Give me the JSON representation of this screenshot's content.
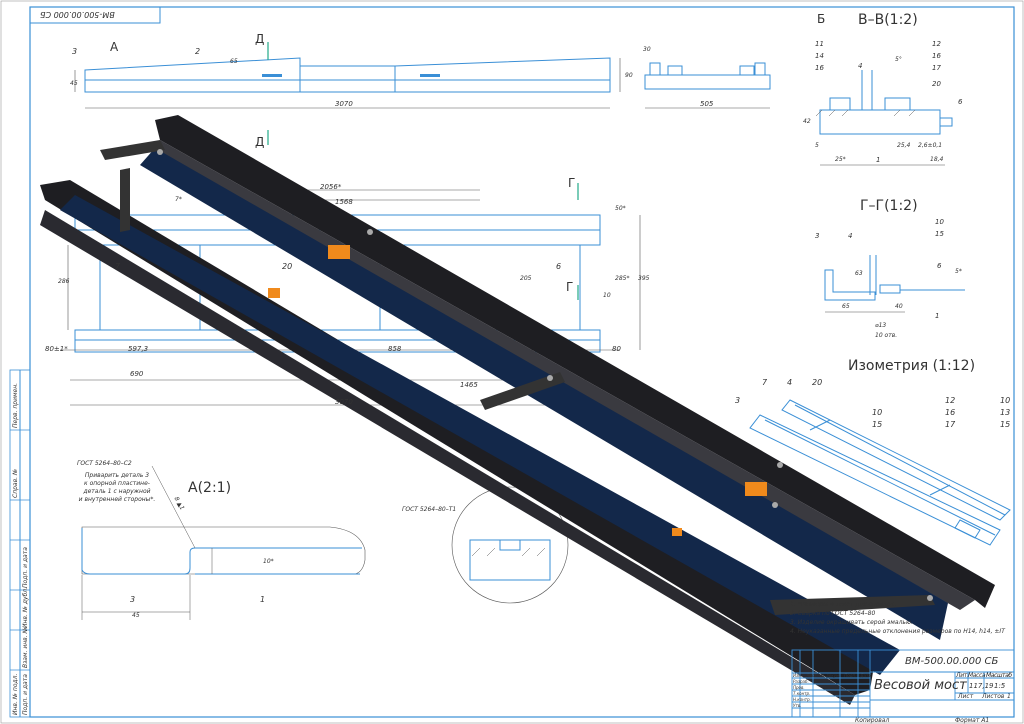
{
  "drawing": {
    "code": "ВМ-500.00.000 СБ",
    "code_rotated": "ВМ-500.00.000 СБ",
    "title": "Весовой мост",
    "mass": "117,19",
    "scale": "1:5",
    "sheet_label": "Лист",
    "sheets_label": "Листов",
    "sheets_count": "1",
    "lit_label": "Лит.",
    "mass_label": "Масса",
    "scale_label": "Масштаб",
    "copied": "Копировал",
    "format": "Формат   А1",
    "stamp_rows": [
      "Изм.",
      "Лист",
      "№ докум.",
      "Подп.",
      "Дата"
    ],
    "stamp_roles": [
      "Разраб.",
      "Пров.",
      "Т.контр.",
      "",
      "Н.контр.",
      "Утв."
    ],
    "side_labels": [
      "Перв. примен.",
      "Справ. №",
      "Подп. и дата",
      "Инв. № дубл.",
      "Взам. инв. №",
      "Подп. и дата",
      "Инв. № подл."
    ]
  },
  "views": {
    "section_vv": "В–В(1:2)",
    "section_gg": "Г–Г(1:2)",
    "isometry": "Изометрия (1:12)",
    "detail_a": "А(2:1)",
    "label_b": "Б",
    "label_a": "А",
    "label_d": "Д",
    "label_g": "Г"
  },
  "dimensions": {
    "top_len": "3070",
    "top_h": "45",
    "top_h2": "90",
    "top_65": "65",
    "end_30": "30",
    "end_505": "505",
    "plan_2056": "2056*",
    "plan_1568": "1568",
    "plan_7": "7*",
    "plan_50": "50*",
    "plan_286": "286",
    "plan_205": "205",
    "plan_285": "285*",
    "plan_395": "395",
    "plan_10": "10",
    "plan_80x1": "80±1*",
    "plan_5973": "597,3",
    "plan_690": "690",
    "plan_858": "858",
    "plan_80": "80",
    "plan_1465": "1465",
    "plan_3070": "3070",
    "vv_42": "42",
    "vv_5": "5",
    "vv_25": "25*",
    "vv_254": "25,4",
    "vv_26": "2,6±0,1",
    "vv_184": "18,4",
    "vv_5deg": "5°",
    "gg_65": "65",
    "gg_40": "40",
    "gg_63": "63",
    "gg_13": "⌀13",
    "gg_holes": "10 отв.",
    "gg_5": "5*",
    "a_45": "45",
    "a_10": "10*"
  },
  "callouts": {
    "vv": [
      "11",
      "14",
      "16",
      "4",
      "12",
      "16",
      "17",
      "20",
      "6",
      "1"
    ],
    "gg": [
      "3",
      "4",
      "10",
      "15",
      "6",
      "1"
    ],
    "iso": [
      "7",
      "4",
      "20",
      "3",
      "10",
      "15",
      "12",
      "16",
      "17",
      "10",
      "13",
      "15"
    ],
    "plan": [
      "7",
      "20",
      "6"
    ],
    "top": [
      "3",
      "2"
    ],
    "detail": [
      "3",
      "1"
    ]
  },
  "notes": {
    "weld_a": "ГОСТ 5264–80–С2",
    "weld_text": [
      "Приварить деталь 3",
      "к опорной пластине-",
      "деталь 1 с наружной",
      "и внутренней стороны*."
    ],
    "weld_b": "ГОСТ 5264–80–Т1",
    "weld_size": "8 ▲1",
    "tech": [
      "1. *Размеры и текст для справок.",
      "2. Сварка по ГОСТ 5264–80",
      "3. Изделие окрашивать серой эмалью.",
      "4. Неуказанные предельные отклонения размеров по H14, h14, ±IT"
    ]
  },
  "colors": {
    "line": "#3a8fd6",
    "beam": "#1e1e22",
    "panel": "#13284a",
    "accent": "#f08a1c"
  }
}
